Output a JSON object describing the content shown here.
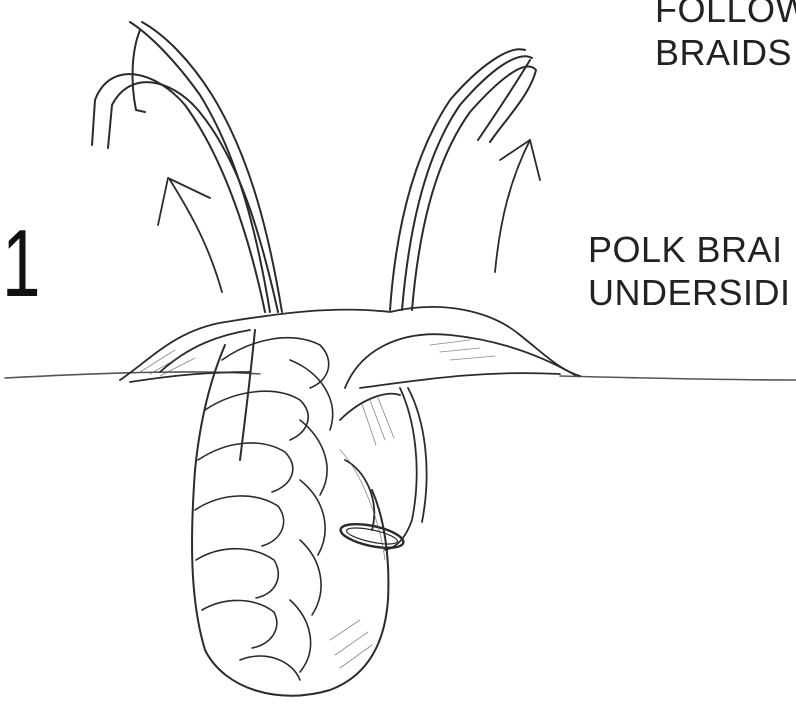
{
  "step": {
    "number": "1"
  },
  "captions": {
    "top": [
      "FOLLOW",
      "BRAIDS"
    ],
    "middle": [
      "POLK BRAI",
      "UNDERSIDI"
    ]
  },
  "colors": {
    "ink": "#2b2b2b",
    "paper": "#ffffff",
    "shade": "#555555"
  }
}
